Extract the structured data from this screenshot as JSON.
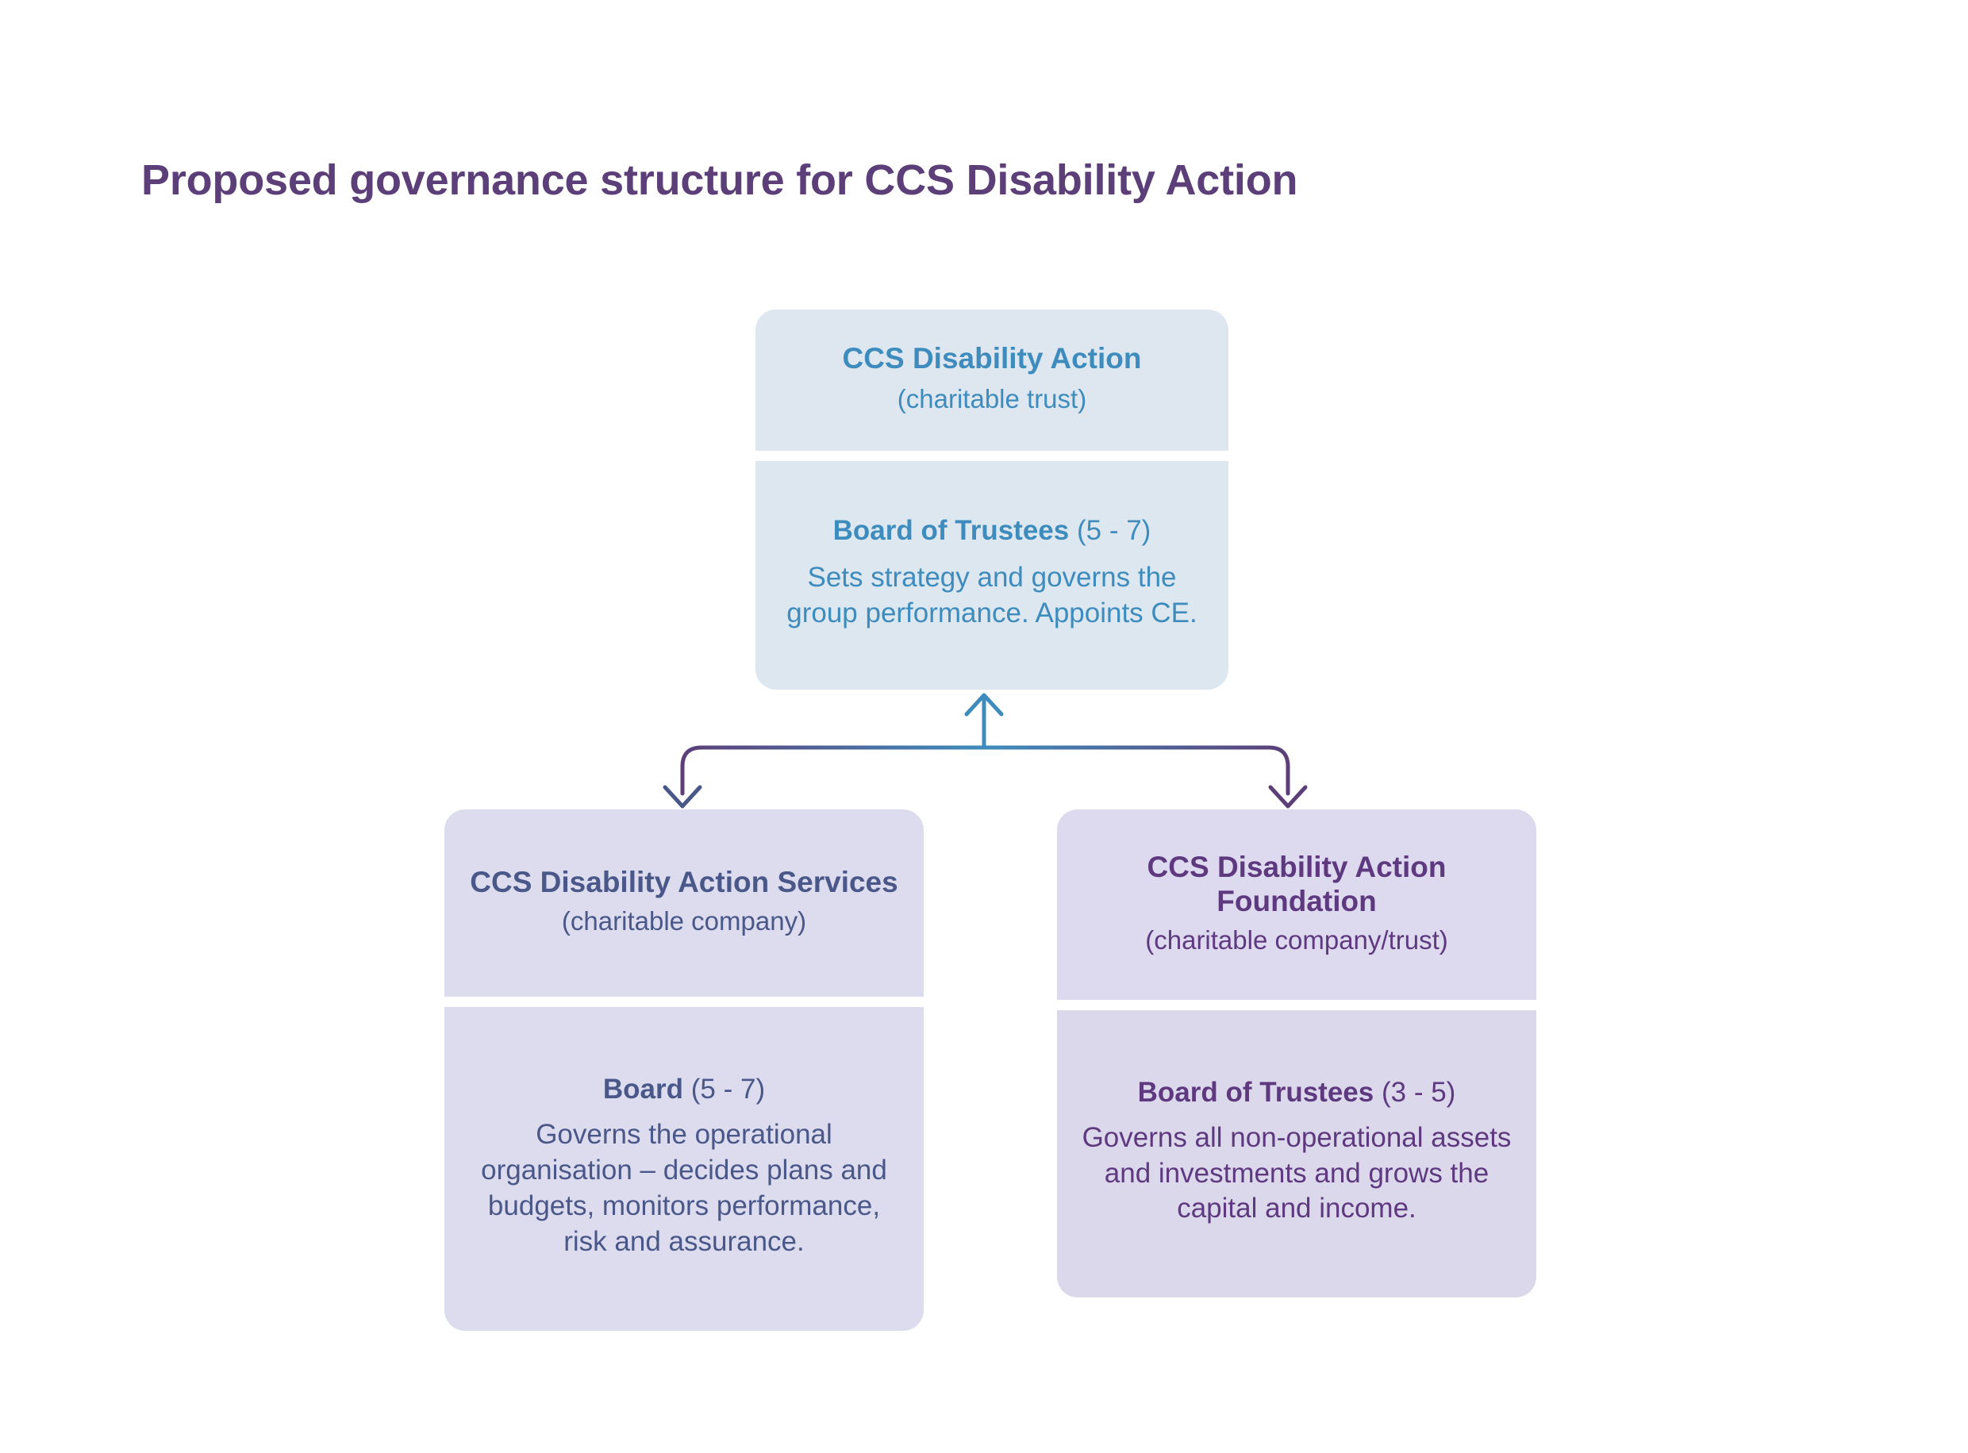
{
  "page": {
    "title": "Proposed governance structure for CCS Disability Action",
    "background": "#FFFFFF"
  },
  "colors": {
    "title_purple": "#5C3F78",
    "trust_bg": "#DEE7EF",
    "trust_text": "#3E8CBD",
    "services_bg": "#DCDCEE",
    "services_text": "#4A5889",
    "foundation_bg": "#DCD8EC",
    "foundation_text": "#5F3980",
    "connector_blue": "#3E8CBD",
    "connector_purple": "#5C3F78"
  },
  "diagram": {
    "type": "org-chart",
    "nodes": [
      {
        "id": "trust",
        "header_title": "CCS Disability Action",
        "header_subtitle": "(charitable trust)",
        "body_role": "Board of Trustees",
        "body_count": "(5 - 7)",
        "body_text": "Sets strategy and governs the group performance. Appoints CE."
      },
      {
        "id": "services",
        "header_title": "CCS Disability Action Services",
        "header_subtitle": "(charitable company)",
        "body_role": "Board",
        "body_count": "(5 - 7)",
        "body_text": "Governs the operational organisation – decides plans and budgets, monitors performance, risk and assurance."
      },
      {
        "id": "foundation",
        "header_title": "CCS Disability Action Foundation",
        "header_subtitle": "(charitable company/trust)",
        "body_role": "Board of Trustees",
        "body_count": "(3 - 5)",
        "body_text": "Governs all non-operational assets and investments and grows the capital and income."
      }
    ],
    "edges": [
      {
        "from": "services",
        "to": "trust",
        "style": "elbow-arrow"
      },
      {
        "from": "foundation",
        "to": "trust",
        "style": "elbow-arrow"
      },
      {
        "from": "trust",
        "to": "services",
        "style": "elbow-arrow"
      },
      {
        "from": "trust",
        "to": "foundation",
        "style": "elbow-arrow"
      }
    ]
  }
}
